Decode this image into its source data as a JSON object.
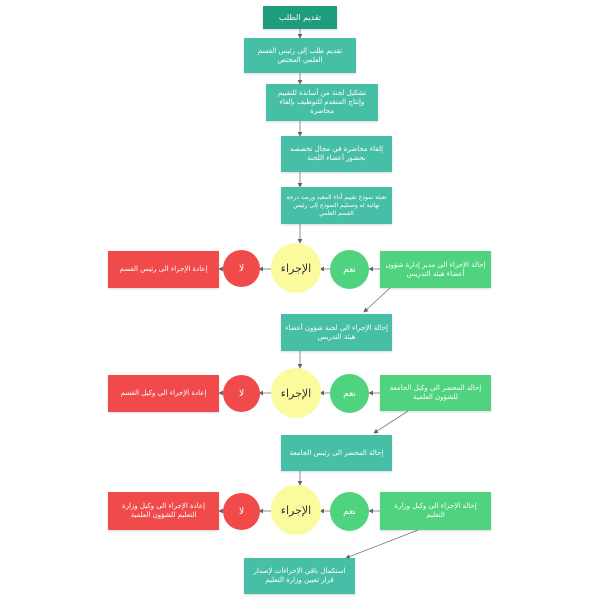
{
  "steps": {
    "s1": "تقديم الطلب",
    "s2": "تقديم طلب إلى رئيس القسم العلمي المختص",
    "s3": "تشكيل لجنة من أساتذة للتقييم وإنتاج المتقدم للتوظيف بإلقاء محاضرة",
    "s4": "إلقاء محاضرة في مجال تخصصه بحضور أعضاء اللجنة",
    "s5": "تعبئة نموذج تقييم أداء المعيد ورصد درجة نهائية له وتسليم النموذج إلى رئيس القسم العلمي"
  },
  "rows": [
    {
      "decision": "الإجراء",
      "yes": "نعم",
      "no": "لا",
      "yes_action": "إحالة الإجراء الى مدير إدارة شؤون أعضاء هيئة التدريس",
      "no_action": "إعادة الإجراء الى رئيس القسم",
      "next": "إحالة الإجراء الى لجنة شؤون أعضاء هيئة التدريس"
    },
    {
      "decision": "الإجراء",
      "yes": "نعم",
      "no": "لا",
      "yes_action": "إحالة المحضر الى وكيل الجامعة للشؤون العلمية",
      "no_action": "إعادة الإجراء الى وكيل القسم",
      "next": "إحالة المحضر الى رئيس الجامعة"
    },
    {
      "decision": "الإجراء",
      "yes": "نعم",
      "no": "لا",
      "yes_action": "إحالة الإجراء الى وكيل وزارة التعليم",
      "no_action": "إعادة الإجراء الى وكيل وزارة التعليم للشؤون العلمية",
      "next": "استكمال باقي الإجراءات لإصدار قرار تعيين وزارة التعليم"
    }
  ]
}
